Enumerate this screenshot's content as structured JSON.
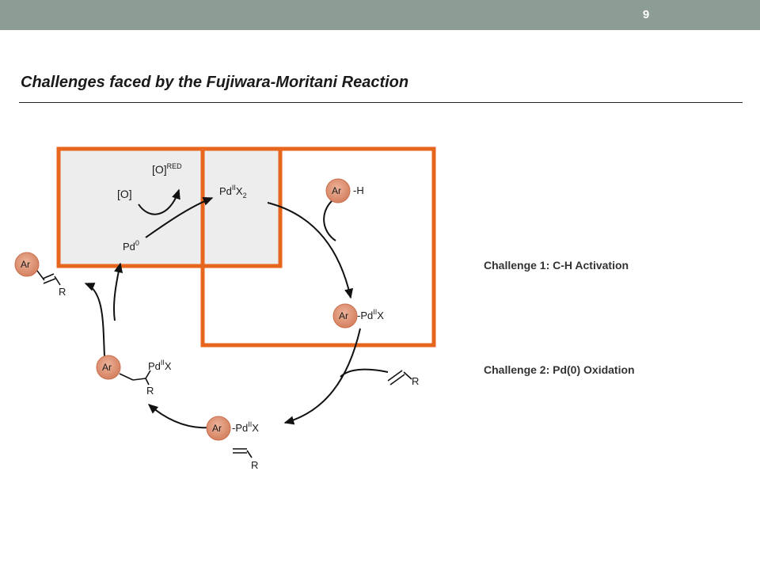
{
  "slide": {
    "page_number": "9",
    "title": "Challenges faced by the Fujiwara-Moritani Reaction"
  },
  "challenges": [
    "Challenge 1: C-H Activation",
    "Challenge 2: Pd(0) Oxidation"
  ],
  "diagram": {
    "ar_label": "Ar",
    "r_label": "R",
    "ar_h": {
      "suffix": "-H"
    },
    "oxidant": "[O]",
    "reduced_oxidant": {
      "base": "[O]",
      "sup": "RED"
    },
    "pd0": {
      "base": "Pd",
      "sup": "0"
    },
    "pd_x2": {
      "base": "Pd",
      "sup": "II",
      "tail": "X",
      "sub": "2"
    },
    "ar_pd_x": {
      "prefix": "-Pd",
      "sup": "II",
      "tail": "X"
    },
    "pd_x": {
      "base": "Pd",
      "sup": "II",
      "tail": "X"
    },
    "colors": {
      "frame_orange": "#e8651e",
      "ar_circle": "#dd8f6e",
      "shaded_box": "#ededed",
      "header_bar": "#8d9d93"
    }
  }
}
